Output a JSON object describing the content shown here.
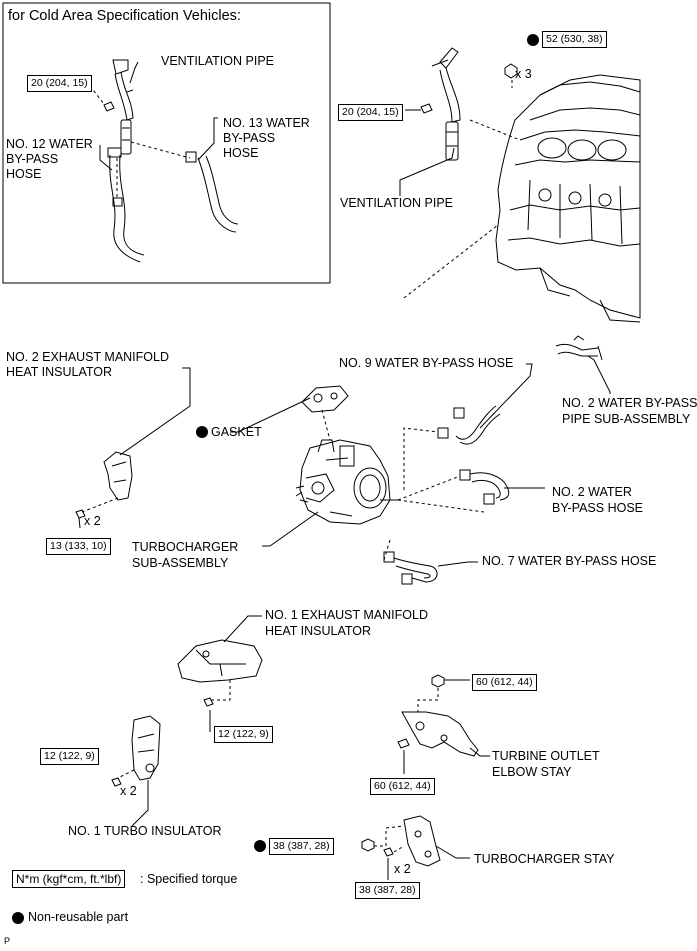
{
  "inset": {
    "title": "for Cold Area Specification Vehicles:",
    "torque_bolt": "20 (204, 15)",
    "ventilation_pipe": "VENTILATION PIPE",
    "no13_line1": "NO. 13 WATER",
    "no13_line2": "BY-PASS",
    "no13_line3": "HOSE",
    "no12_line1": "NO. 12 WATER",
    "no12_line2": "BY-PASS",
    "no12_line3": "HOSE"
  },
  "main": {
    "torque_nut_52": "52 (530, 38)",
    "nut_count": "x 3",
    "torque_vent_20": "20 (204, 15)",
    "ventilation_pipe": "VENTILATION PIPE",
    "ex_insulator2_line1": "NO. 2 EXHAUST MANIFOLD",
    "ex_insulator2_line2": "HEAT INSULATOR",
    "no9_hose": "NO. 9 WATER BY-PASS HOSE",
    "no2_pipe_line1": "NO. 2 WATER BY-PASS",
    "no2_pipe_line2": "PIPE SUB-ASSEMBLY",
    "gasket": "GASKET",
    "bolt_count_a": "x 2",
    "torque_13": "13 (133, 10)",
    "turbo_line1": "TURBOCHARGER",
    "turbo_line2": "SUB-ASSEMBLY",
    "no2_hose_line1": "NO. 2 WATER",
    "no2_hose_line2": "BY-PASS HOSE",
    "no7_hose": "NO. 7 WATER BY-PASS HOSE",
    "ex_insulator1_line1": "NO. 1 EXHAUST MANIFOLD",
    "ex_insulator1_line2": "HEAT INSULATOR",
    "torque_12_a": "12 (122, 9)",
    "torque_12_b": "12 (122, 9)",
    "bolt_count_b": "x 2",
    "no1_turbo_insulator": "NO. 1 TURBO INSULATOR",
    "torque_60_a": "60 (612, 44)",
    "torque_60_b": "60 (612, 44)",
    "elbow_stay_line1": "TURBINE OUTLET",
    "elbow_stay_line2": "ELBOW STAY",
    "torque_38_a": "38 (387, 28)",
    "torque_38_b": "38 (387, 28)",
    "bolt_count_c": "x 2",
    "turbo_stay": "TURBOCHARGER STAY"
  },
  "legend": {
    "torque_unit": "N*m (kgf*cm, ft.*lbf)",
    "torque_desc": ": Specified torque",
    "nonreusable": "Non-reusable part",
    "corner_code": "P"
  }
}
